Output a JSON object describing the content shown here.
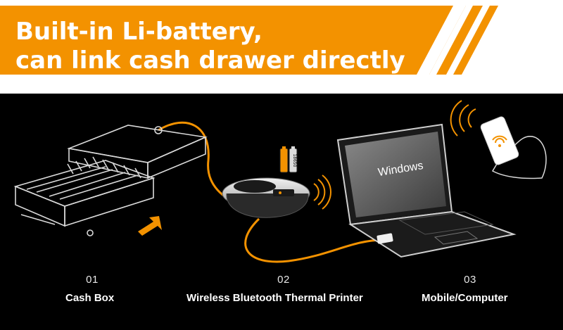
{
  "banner": {
    "line1": "Built-in Li-battery,",
    "line2": "can link cash drawer directly",
    "color": "#f39200"
  },
  "screen_text": "Windows",
  "battery_label": "18650",
  "steps": [
    {
      "number": "01",
      "label": "Cash Box"
    },
    {
      "number": "02",
      "label": "Wireless Bluetooth Thermal Printer"
    },
    {
      "number": "03",
      "label": "Mobile/Computer"
    }
  ],
  "icons": [
    "cash-drawer",
    "arrow-icon",
    "printer",
    "battery-icon",
    "wifi-icon",
    "laptop",
    "smartphone",
    "usb-plug-icon"
  ],
  "colors": {
    "accent": "#f39200",
    "background": "#000000",
    "text": "#ffffff"
  }
}
